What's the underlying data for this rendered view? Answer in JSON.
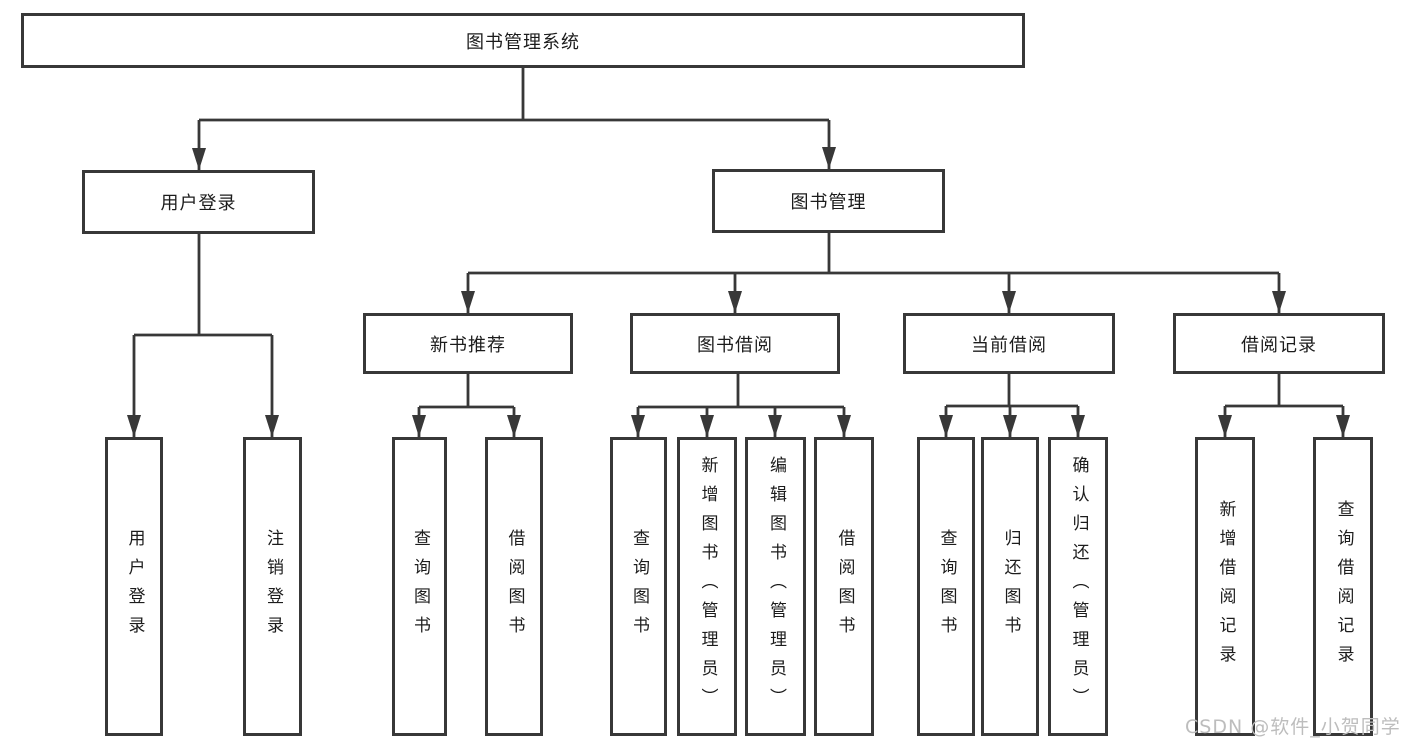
{
  "diagram": {
    "title": "图书管理系统",
    "colors": {
      "line": "#383838",
      "text": "#1c1c1c",
      "watermark": "#bdbdbd",
      "background": "#ffffff"
    },
    "watermark": "CSDN @软件_小贺同学"
  },
  "root": {
    "label": "图书管理系统"
  },
  "level2": [
    {
      "label": "用户登录"
    },
    {
      "label": "图书管理"
    }
  ],
  "level3": [
    {
      "label": "新书推荐"
    },
    {
      "label": "图书借阅"
    },
    {
      "label": "当前借阅"
    },
    {
      "label": "借阅记录"
    }
  ],
  "leaves": [
    {
      "label": "用户登录"
    },
    {
      "label": "注销登录"
    },
    {
      "label": "查询图书"
    },
    {
      "label": "借阅图书"
    },
    {
      "label": "查询图书"
    },
    {
      "label": "新增图书（管理员）"
    },
    {
      "label": "编辑图书（管理员）"
    },
    {
      "label": "借阅图书"
    },
    {
      "label": "查询图书"
    },
    {
      "label": "归还图书"
    },
    {
      "label": "确认归还（管理员）"
    },
    {
      "label": "新增借阅记录"
    },
    {
      "label": "查询借阅记录"
    }
  ]
}
